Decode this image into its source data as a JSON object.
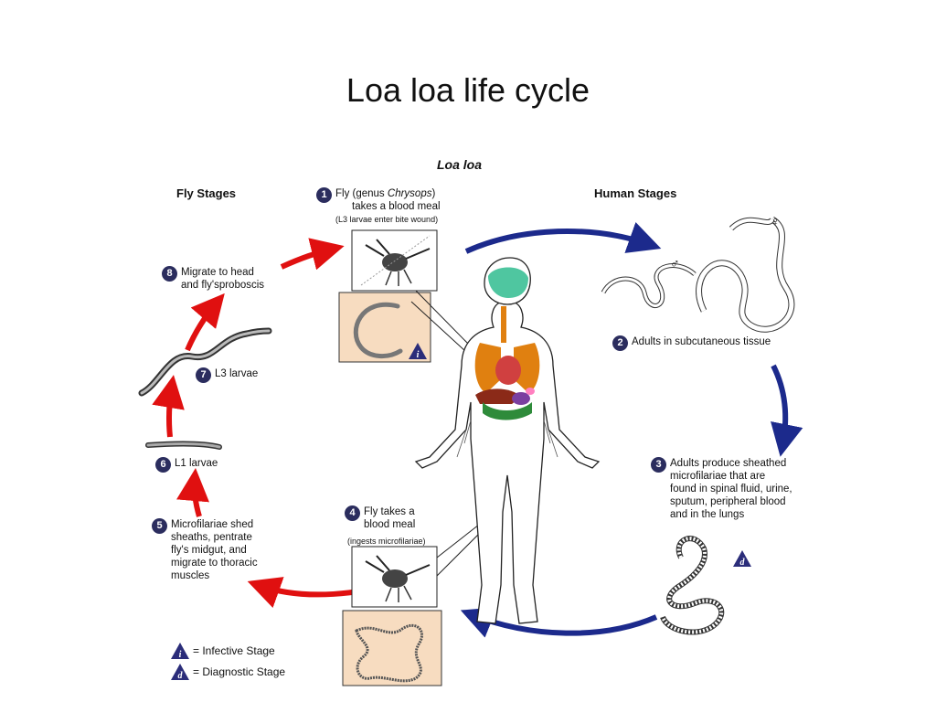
{
  "title": "Loa loa life cycle",
  "diagram_title": "Loa loa",
  "sections": {
    "fly": "Fly Stages",
    "human": "Human Stages"
  },
  "stages": [
    {
      "num": "1",
      "line1_pre": "Fly (genus ",
      "line1_italic": "Chrysops",
      "line1_post": ")",
      "line2": "takes a blood meal",
      "note": "(L3 larvae enter bite wound)"
    },
    {
      "num": "2",
      "text": "Adults in subcutaneous tissue"
    },
    {
      "num": "3",
      "lines": [
        "Adults produce sheathed",
        "microfilariae that are",
        "found in spinal fluid, urine,",
        "sputum, peripheral blood",
        "and in the lungs"
      ]
    },
    {
      "num": "4",
      "lines": [
        "Fly takes a",
        "blood meal"
      ],
      "note": "(ingests microfilariae)"
    },
    {
      "num": "5",
      "lines": [
        "Microfilariae shed",
        "sheaths, pentrate",
        "fly's midgut, and",
        "migrate to thoracic",
        "muscles"
      ]
    },
    {
      "num": "6",
      "text": "L1 larvae"
    },
    {
      "num": "7",
      "text": "L3 larvae"
    },
    {
      "num": "8",
      "lines": [
        "Migrate to head",
        "and fly'sproboscis"
      ]
    }
  ],
  "badges": {
    "infective": "i",
    "diagnostic": "d"
  },
  "legend": {
    "infective": "= Infective Stage",
    "diagnostic": "= Diagnostic Stage"
  },
  "sex_symbols": {
    "male": "♂",
    "female": "♀"
  },
  "colors": {
    "human_arrow": "#1c2a8c",
    "fly_arrow": "#e01010",
    "panel": "#f7dcc0",
    "badge": "#2b2d7a"
  }
}
